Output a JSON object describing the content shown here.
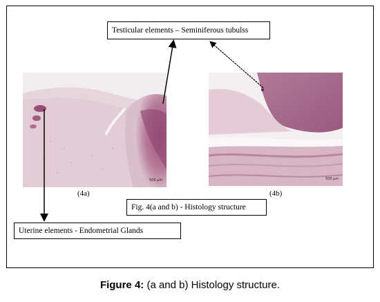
{
  "labels": {
    "testicular": "Testicular elements – Seminiferous tubulss",
    "figure": "Fig. 4(a and b) - Histology structure",
    "uterine": "Uterine elements - Endometrial Glands"
  },
  "panels": {
    "a_label": "(4a)",
    "b_label": "(4b)",
    "a_scale": "500 µm",
    "b_scale": "500 µm"
  },
  "caption": {
    "prefix": "Figure 4:",
    "text": " (a and b) Histology structure."
  },
  "colors": {
    "tissue_light": "#e9d6dc",
    "tissue_dark": "#a45f85",
    "background": "#f4f0f1"
  }
}
